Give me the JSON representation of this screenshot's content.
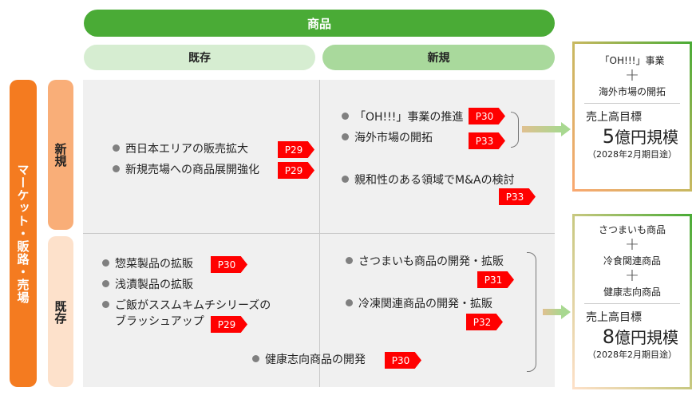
{
  "header": {
    "product": "商品",
    "existing": "既存",
    "new": "新規"
  },
  "side": {
    "market": "マーケット・販路・売場",
    "new": "新規",
    "existing": "既存"
  },
  "q_new_existing": [
    {
      "text": "西日本エリアの販売拡大",
      "tag": "P29"
    },
    {
      "text": "新規売場への商品展開強化",
      "tag": "P29"
    }
  ],
  "q_new_new": [
    {
      "text": "「OH!!!」事業の推進",
      "tag": "P30"
    },
    {
      "text": "海外市場の開拓",
      "tag": "P33"
    },
    {
      "text": "親和性のある領域でM&Aの検討",
      "tag": "P33"
    }
  ],
  "q_existing_existing": [
    {
      "text": "惣菜製品の拡販",
      "tag": "P30"
    },
    {
      "text": "浅漬製品の拡販"
    },
    {
      "text": "ご飯がススムキムチシリーズの",
      "text2": "ブラッシュアップ",
      "tag": "P29"
    }
  ],
  "q_existing_new": [
    {
      "text": "さつまいも商品の開発・拡販",
      "tag": "P31"
    },
    {
      "text": "冷凍関連商品の開発・拡販",
      "tag": "P32"
    }
  ],
  "center_item": {
    "text": "健康志向商品の開発",
    "tag": "P30"
  },
  "box1": {
    "line1": "「OH!!!」事業",
    "plus": "+",
    "line2": "海外市場の開拓",
    "goal_label": "売上高目標",
    "goal_num": "5",
    "goal_unit": "億円規模",
    "note": "（2028年2月期目途）"
  },
  "box2": {
    "line1": "さつまいも商品",
    "plus": "+",
    "line2": "冷食関連商品",
    "line3": "健康志向商品",
    "goal_label": "売上高目標",
    "goal_num": "8",
    "goal_unit": "億円規模",
    "note": "（2028年2月期目途）"
  }
}
